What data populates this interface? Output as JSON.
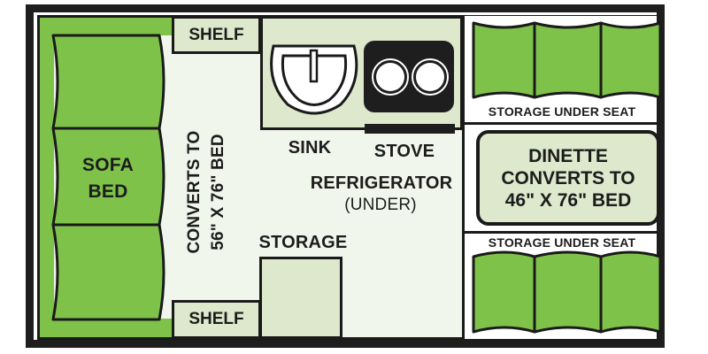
{
  "floorplan": {
    "colors": {
      "wall": "#1e1e1e",
      "floor": "#f1f6ec",
      "cushion_green": "#7fc24a",
      "fixture_light_green": "#dde8cc",
      "line": "#1a1a1a"
    },
    "sofa": {
      "label_line1": "SOFA",
      "label_line2": "BED",
      "cushion_count": 3,
      "converts_line1": "CONVERTS TO",
      "converts_line2": "56\" X 76\" BED"
    },
    "shelves": {
      "top_label": "SHELF",
      "bottom_label": "SHELF"
    },
    "kitchen": {
      "sink_label": "SINK",
      "stove_label": "STOVE",
      "stove_burners": 2,
      "refrigerator_label": "REFRIGERATOR",
      "refrigerator_note": "(UNDER)"
    },
    "storage": {
      "label": "STORAGE"
    },
    "dinette": {
      "top_seat_label": "STORAGE UNDER SEAT",
      "bottom_seat_label": "STORAGE UNDER SEAT",
      "table_line1": "DINETTE",
      "table_line2": "CONVERTS TO",
      "table_line3": "46\" X 76\" BED",
      "seat_cushions_per_bench": 3
    }
  }
}
